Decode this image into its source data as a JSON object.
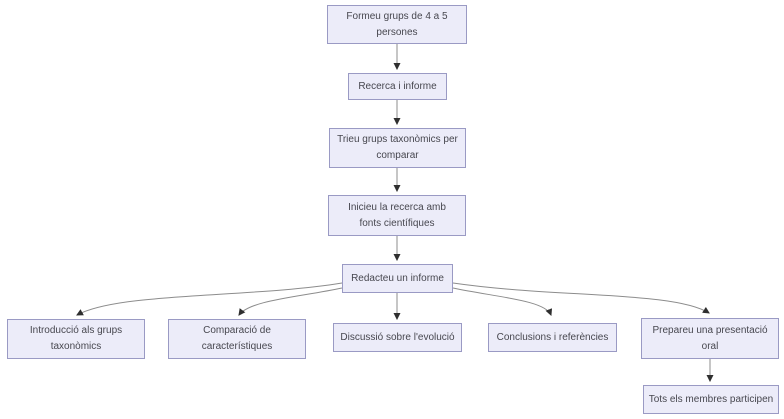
{
  "diagram": {
    "type": "flowchart",
    "language": "ca",
    "colors": {
      "background": "#ffffff",
      "node_fill": "#ececf9",
      "node_border": "#9a9ac4",
      "node_text": "#47474f",
      "connector_line": "#8c8c8c",
      "arrowhead": "#2f2f2f"
    },
    "nodes": [
      {
        "id": "formeu",
        "label": "Formeu grups de 4 a 5\npersones"
      },
      {
        "id": "recerca",
        "label": "Recerca i informe"
      },
      {
        "id": "trieu",
        "label": "Trieu grups taxonòmics per\ncomparar"
      },
      {
        "id": "inicieu",
        "label": "Inicieu la recerca amb\nfonts científiques"
      },
      {
        "id": "redacteu",
        "label": "Redacteu un informe"
      },
      {
        "id": "introduccio",
        "label": "Introducció als grups\ntaxonòmics"
      },
      {
        "id": "comparacio",
        "label": "Comparació de\ncaracterístiques"
      },
      {
        "id": "discussio",
        "label": "Discussió sobre l'evolució"
      },
      {
        "id": "conclusions",
        "label": "Conclusions i referències"
      },
      {
        "id": "prepareu",
        "label": "Prepareu una presentació\noral"
      },
      {
        "id": "tots",
        "label": "Tots els membres participen"
      }
    ],
    "edges": [
      {
        "from": "formeu",
        "to": "recerca"
      },
      {
        "from": "recerca",
        "to": "trieu"
      },
      {
        "from": "trieu",
        "to": "inicieu"
      },
      {
        "from": "inicieu",
        "to": "redacteu"
      },
      {
        "from": "redacteu",
        "to": "introduccio"
      },
      {
        "from": "redacteu",
        "to": "comparacio"
      },
      {
        "from": "redacteu",
        "to": "discussio"
      },
      {
        "from": "redacteu",
        "to": "conclusions"
      },
      {
        "from": "redacteu",
        "to": "prepareu"
      },
      {
        "from": "prepareu",
        "to": "tots"
      }
    ]
  }
}
